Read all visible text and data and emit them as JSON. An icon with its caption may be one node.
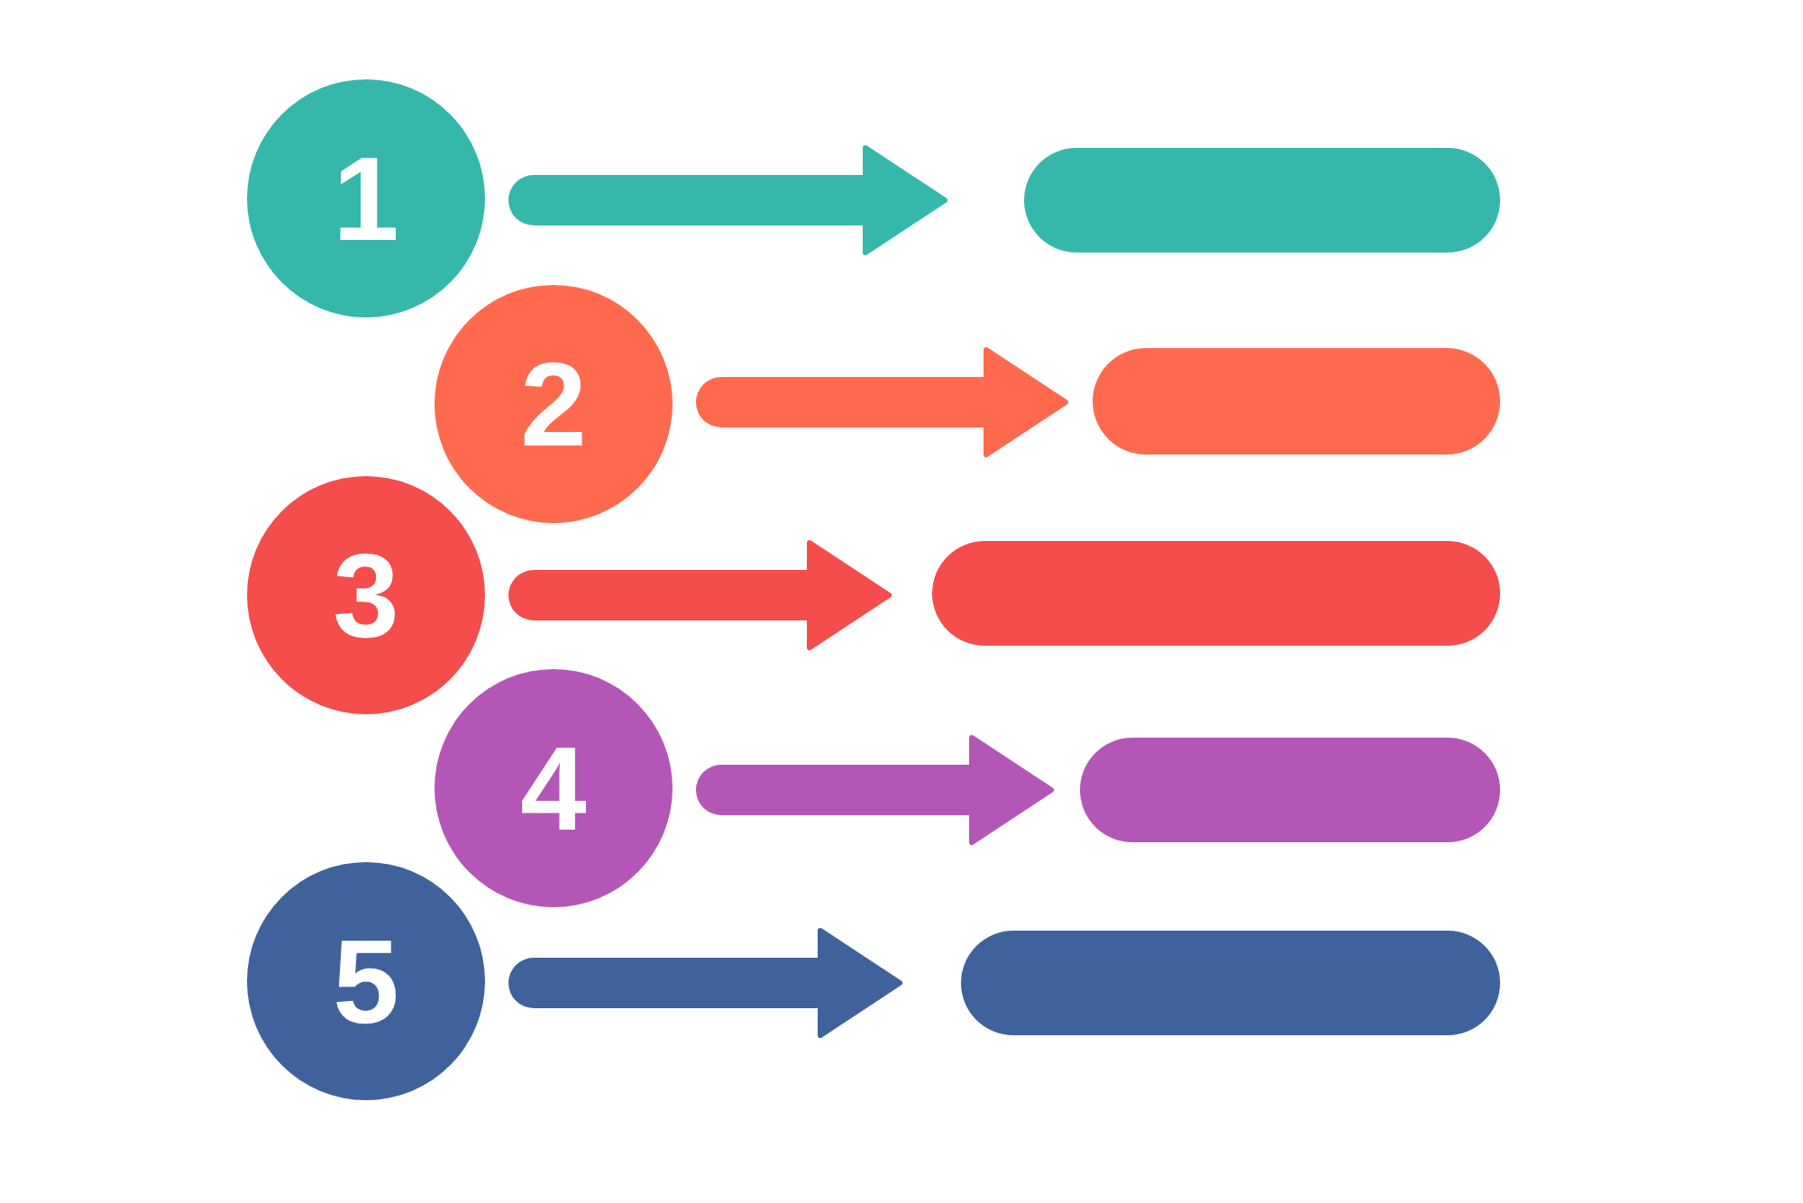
{
  "diagram": {
    "nodes": [
      {
        "text": [
          "1"
        ]
      },
      {
        "text": [],
        "shape": "bar"
      },
      {
        "text": [
          "2"
        ]
      },
      {
        "text": [],
        "shape": "bar"
      },
      {
        "text": [
          "3"
        ]
      },
      {
        "text": [],
        "shape": "bar"
      },
      {
        "text": [
          "4"
        ]
      },
      {
        "text": [],
        "shape": "bar"
      },
      {
        "text": [
          "5"
        ]
      },
      {
        "text": [],
        "shape": "bar"
      }
    ],
    "edges": [
      {
        "from": 0,
        "to": 1,
        "arrow": "to",
        "color": "#35b8aa"
      },
      {
        "from": 2,
        "to": 3,
        "arrow": "to",
        "color": "#ff6a4f"
      },
      {
        "from": 4,
        "to": 5,
        "arrow": "to",
        "color": "#f54c4c"
      },
      {
        "from": 6,
        "to": 7,
        "arrow": "to",
        "color": "#b356b6"
      },
      {
        "from": 8,
        "to": 9,
        "arrow": "to",
        "color": "#3f629c"
      }
    ]
  }
}
